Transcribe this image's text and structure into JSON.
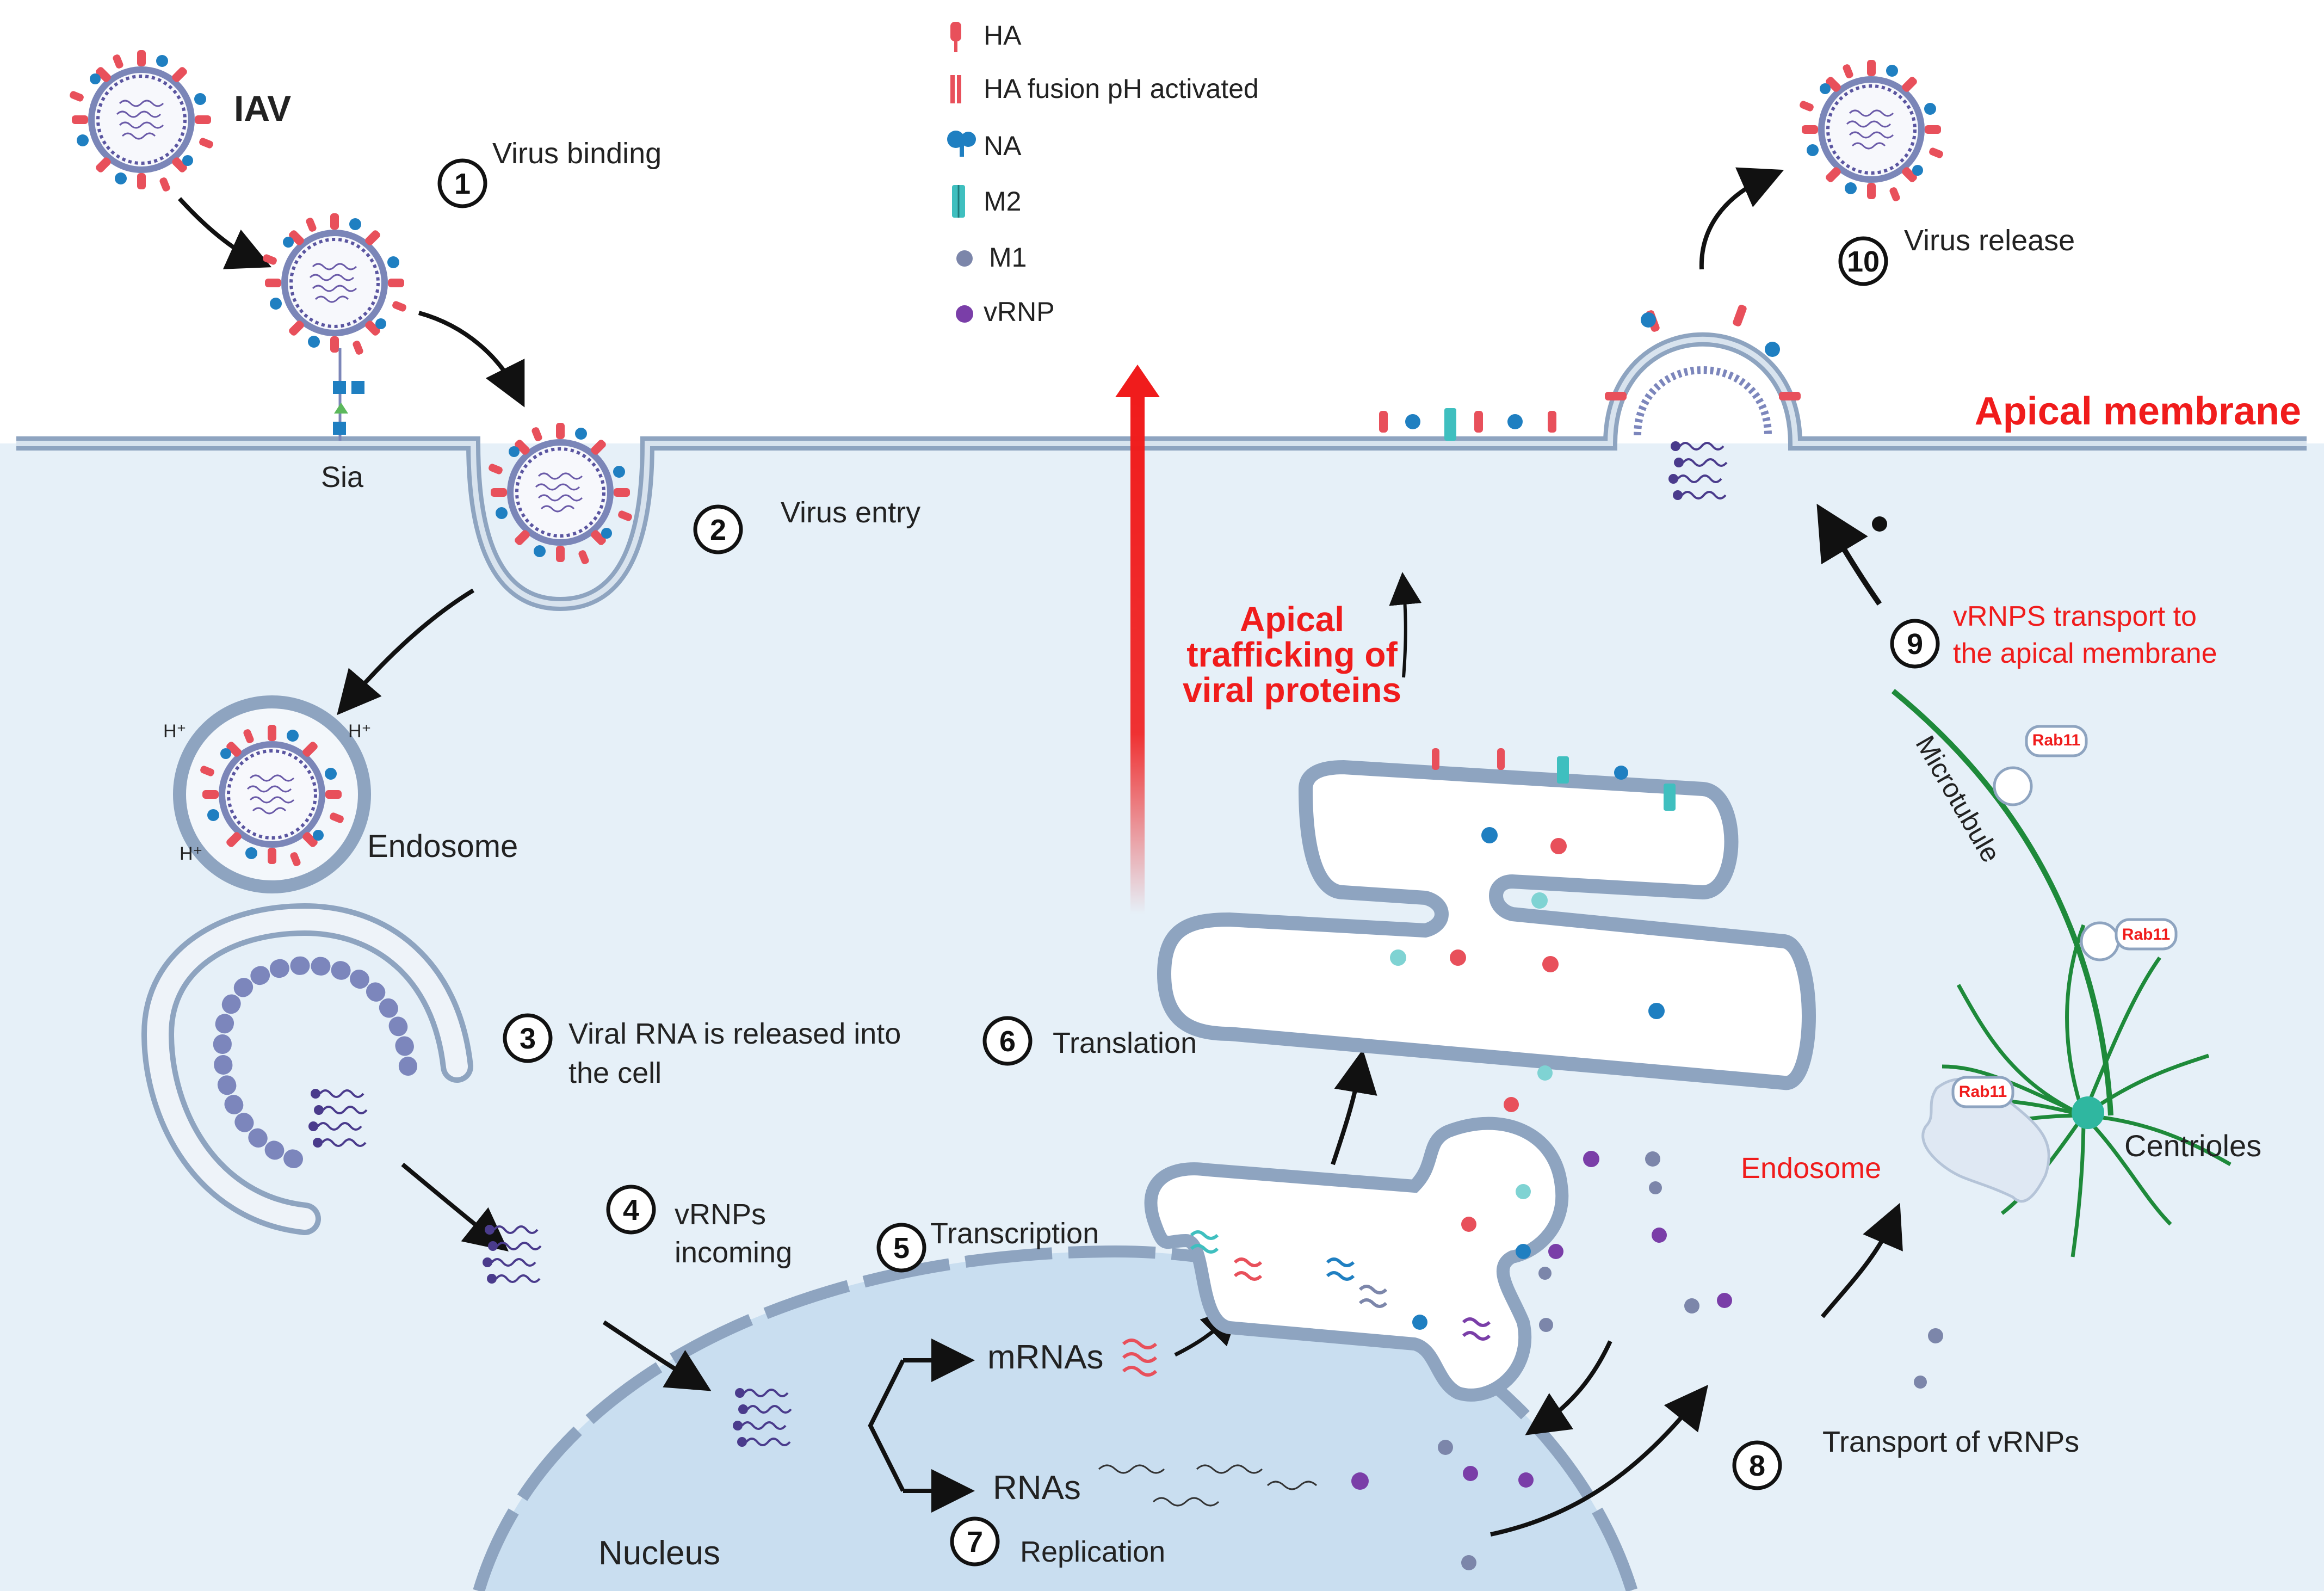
{
  "legend": {
    "items": [
      {
        "label": "HA",
        "icon": "ha-icon",
        "color": "#e8505b"
      },
      {
        "label": "HA fusion pH activated",
        "icon": "ha-fusion-icon",
        "color": "#e8505b"
      },
      {
        "label": "NA",
        "icon": "na-icon",
        "color": "#1f7fc1"
      },
      {
        "label": "M2",
        "icon": "m2-icon",
        "color": "#3fbfbf"
      },
      {
        "label": "M1",
        "icon": "m1-icon",
        "color": "#7c86aa"
      },
      {
        "label": "vRNP",
        "icon": "vrnp-icon",
        "color": "#7a3ea8"
      }
    ]
  },
  "labels": {
    "iav": "IAV",
    "sia": "Sia",
    "endosome": "Endosome",
    "apical_membrane": "Apical membrane",
    "apical_trafficking_1": "Apical",
    "apical_trafficking_2": "trafficking of",
    "apical_trafficking_3": "viral proteins",
    "microtubule": "Microtubule",
    "centrioles": "Centrioles",
    "endosome_right": "Endosome",
    "rab11": "Rab11",
    "nucleus": "Nucleus",
    "mrnas": "mRNAs",
    "rnas": "RNAs"
  },
  "steps": [
    {
      "num": "1",
      "text": "Virus binding"
    },
    {
      "num": "2",
      "text": "Virus entry"
    },
    {
      "num": "3",
      "text_1": "Viral RNA is released into",
      "text_2": "the cell"
    },
    {
      "num": "4",
      "text_1": "vRNPs",
      "text_2": "incoming"
    },
    {
      "num": "5",
      "text": "Transcription"
    },
    {
      "num": "6",
      "text": "Translation"
    },
    {
      "num": "7",
      "text": "Replication"
    },
    {
      "num": "8",
      "text": "Transport of vRNPs"
    },
    {
      "num": "9",
      "text_1": "vRNPS transport to",
      "text_2": "the apical membrane"
    },
    {
      "num": "10",
      "text": "Virus release"
    }
  ],
  "colors": {
    "cell": "#e6f0f8",
    "membrane": "#8ea4c0",
    "nucleus": "#c9def0",
    "accent_red": "#f01c1c",
    "microtubule": "#1e8a3a"
  }
}
